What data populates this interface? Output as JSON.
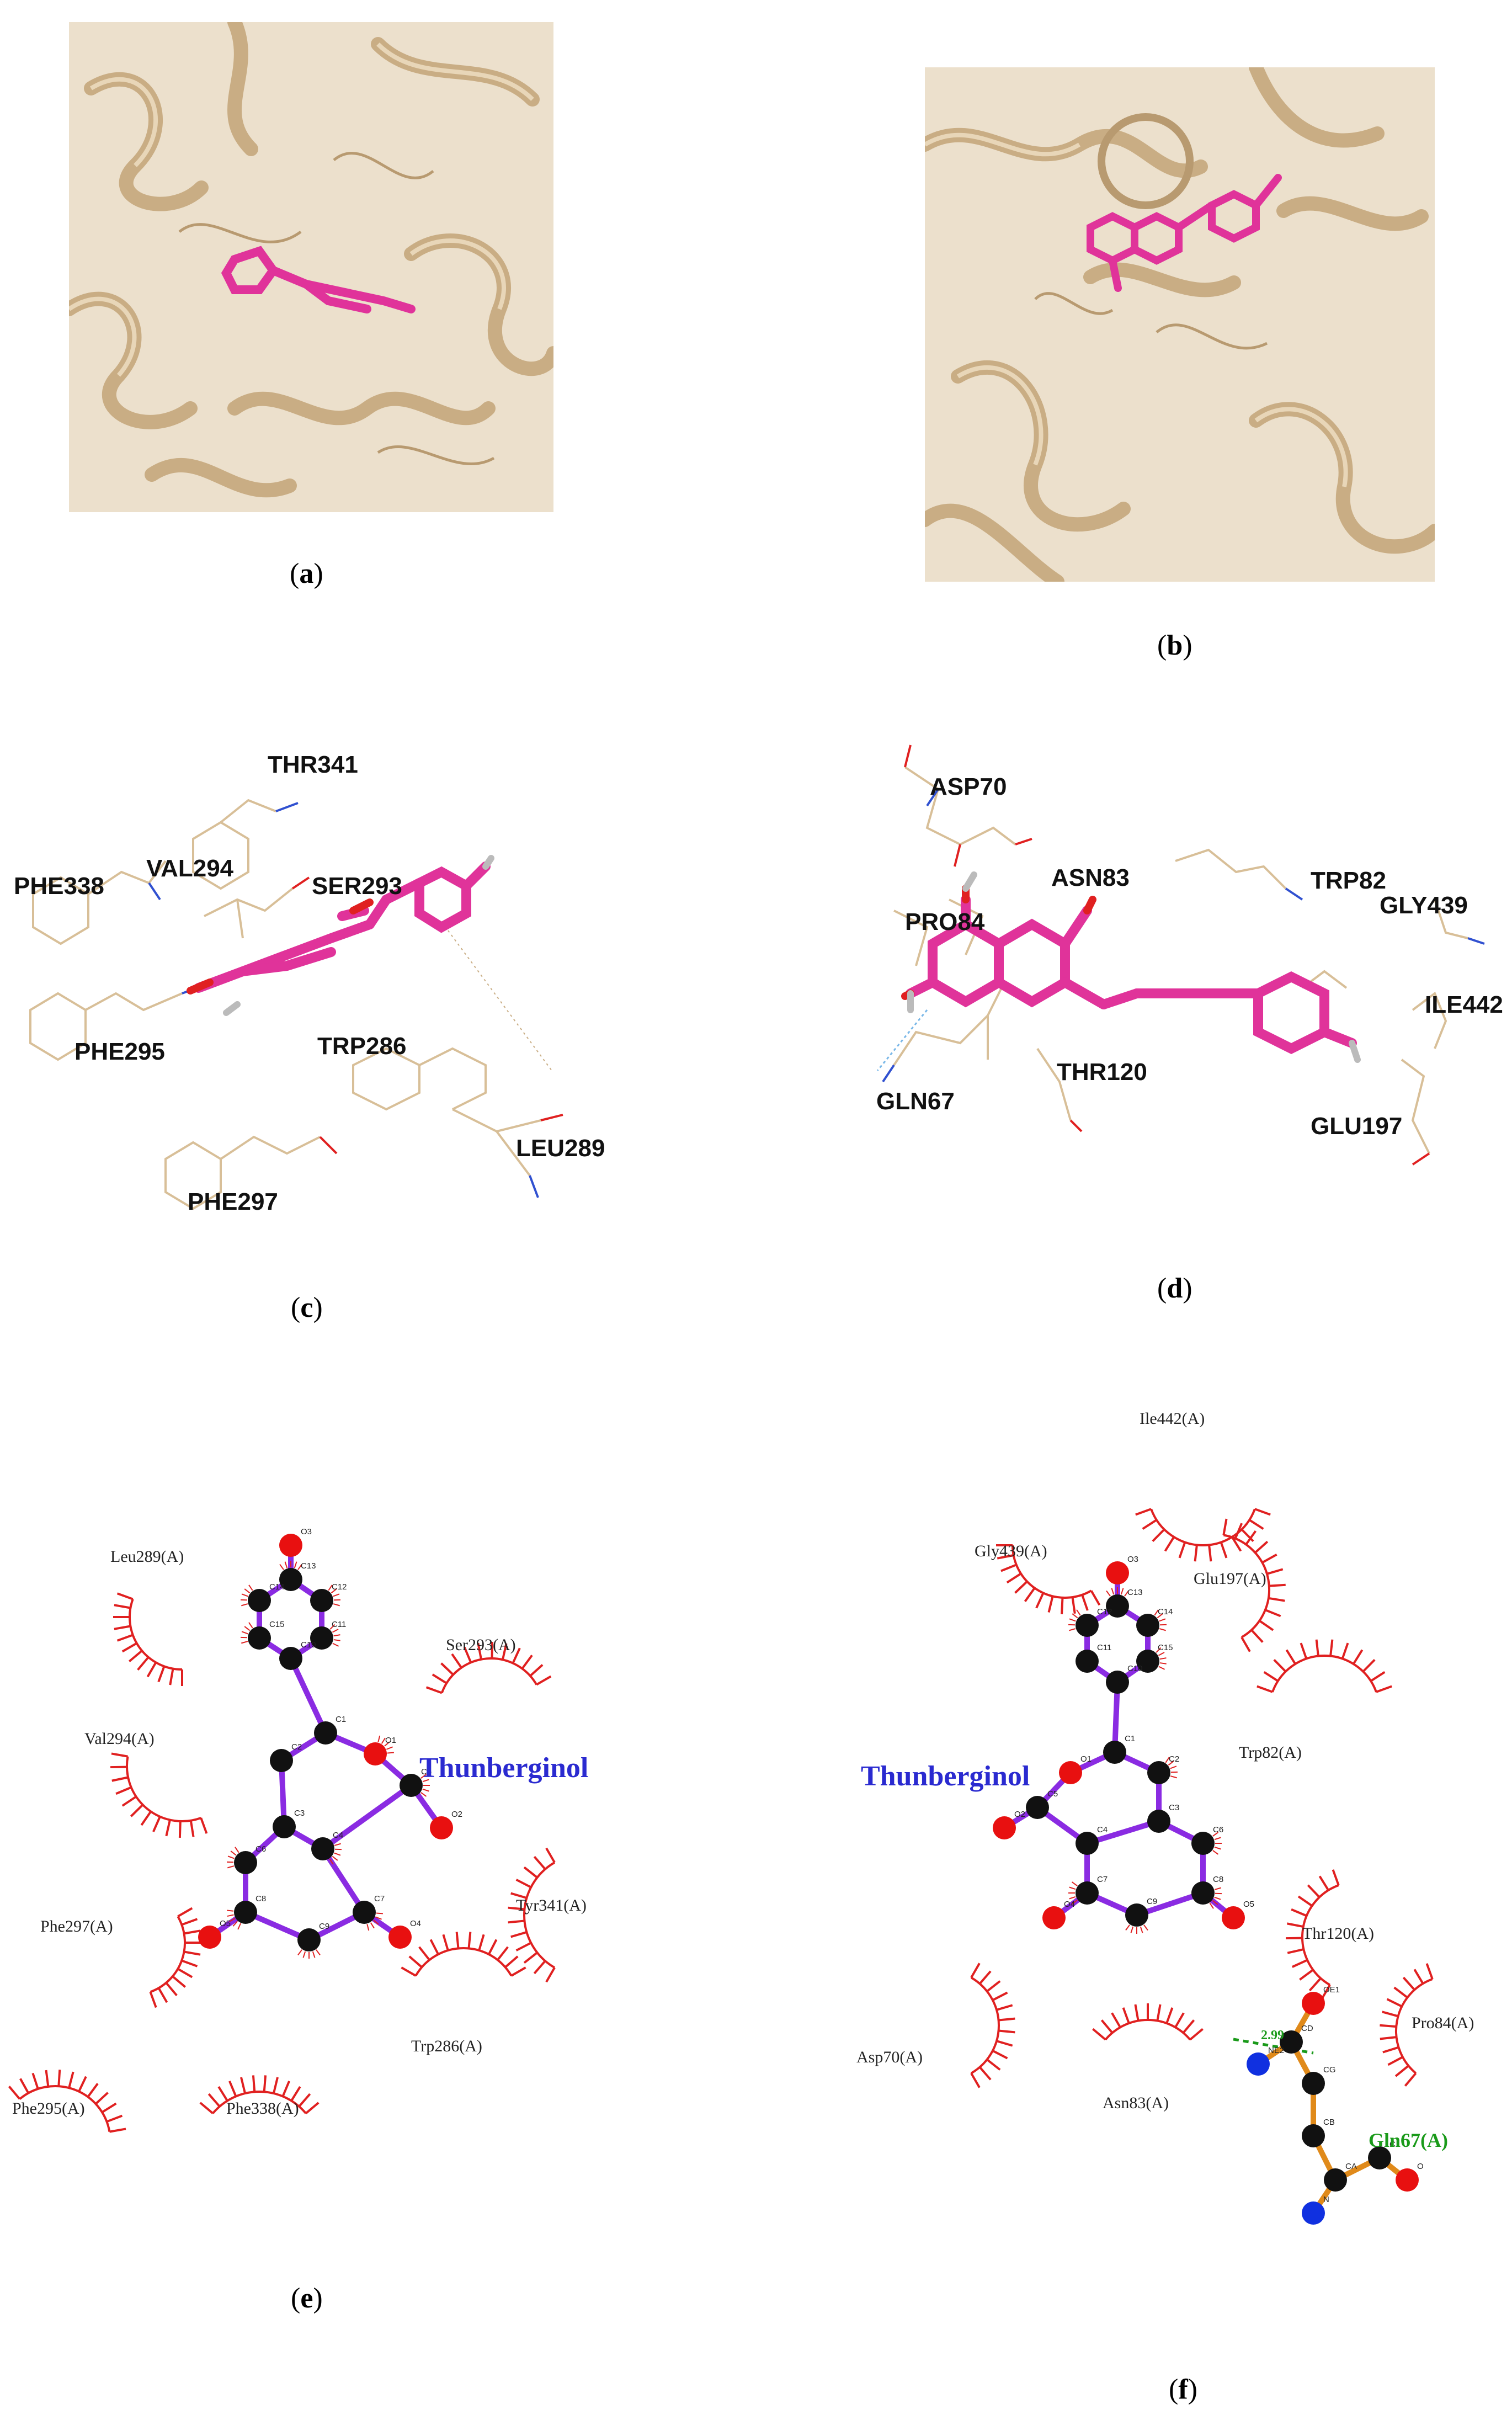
{
  "captions": {
    "a": "a",
    "b": "b",
    "c": "c",
    "d": "d",
    "e": "e",
    "f": "f"
  },
  "panel_c": {
    "residues": [
      "THR341",
      "PHE338",
      "VAL294",
      "SER293",
      "PHE295",
      "TRP286",
      "LEU289",
      "PHE297"
    ]
  },
  "panel_d": {
    "residues": [
      "ASP70",
      "ASN83",
      "TRP82",
      "PRO84",
      "GLY439",
      "ILE442",
      "GLN67",
      "THR120",
      "GLU197"
    ]
  },
  "panel_e": {
    "ligand_name": "Thunberginol",
    "residues": [
      "Leu289(A)",
      "Ser293(A)",
      "Val294(A)",
      "Tyr341(A)",
      "Phe297(A)",
      "Trp286(A)",
      "Phe295(A)",
      "Phe338(A)"
    ],
    "atoms": [
      "O3",
      "C13",
      "C14",
      "C12",
      "C15",
      "C11",
      "C10",
      "C1",
      "O1",
      "C2",
      "C5",
      "O2",
      "C3",
      "C4",
      "C6",
      "C8",
      "C7",
      "C9",
      "O5",
      "O4"
    ]
  },
  "panel_f": {
    "ligand_name": "Thunberginol",
    "residues": [
      "Ile442(A)",
      "Gly439(A)",
      "Glu197(A)",
      "Trp82(A)",
      "Thr120(A)",
      "Pro84(A)",
      "Asp70(A)",
      "Asn83(A)"
    ],
    "hbond_residue": "Gln67(A)",
    "hbond_distance": "2.99",
    "atoms": [
      "O3",
      "C13",
      "C12",
      "C14",
      "C11",
      "C15",
      "C10",
      "C1",
      "O1",
      "C2",
      "C5",
      "O2",
      "C3",
      "C4",
      "C6",
      "C7",
      "C8",
      "O4",
      "C9",
      "O5",
      "OE1",
      "CD",
      "NE2",
      "CG",
      "CB",
      "CA",
      "C",
      "O",
      "N"
    ]
  },
  "colors": {
    "protein": "#d8bf98",
    "ligand": "#e0339a",
    "bond2d": "#8a2be2",
    "hydrophobic": "#e02020",
    "hbond": "#1a9a1a",
    "ligand_label": "#2a2ad0"
  }
}
